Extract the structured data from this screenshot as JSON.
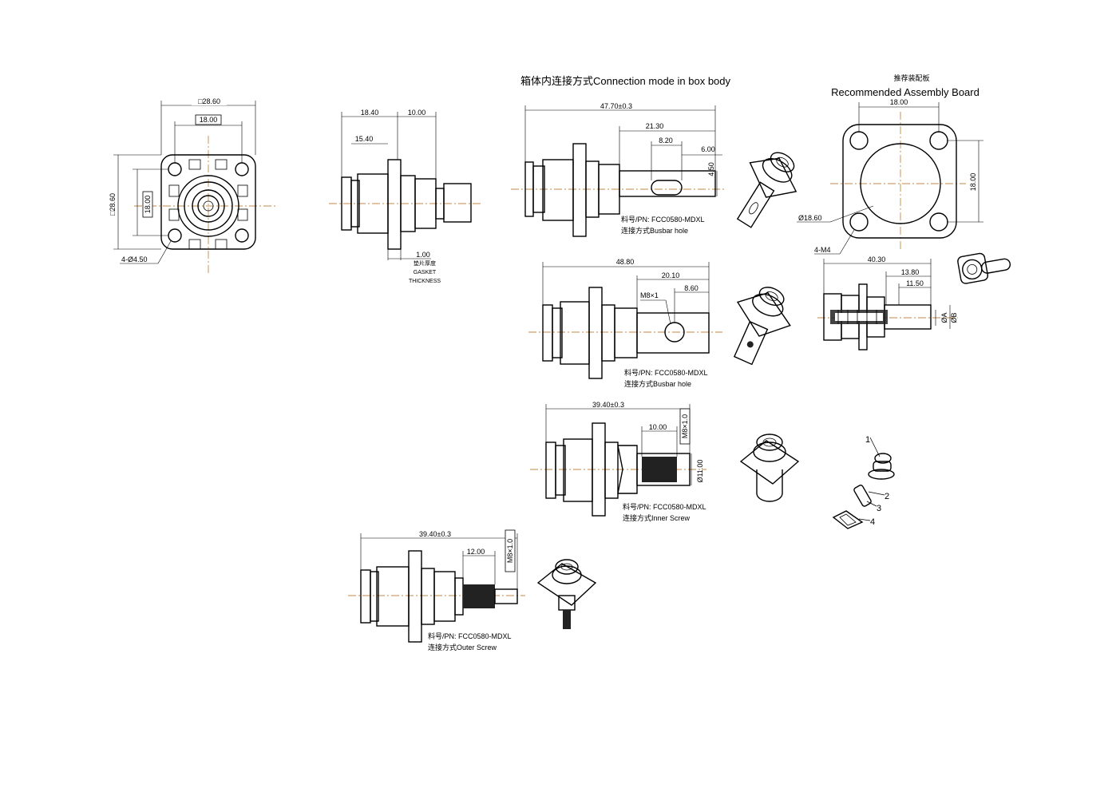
{
  "top_view": {
    "overall_width": "□28.60",
    "hole_spacing_x": "18.00",
    "overall_height": "□28.60",
    "hole_spacing_y": "18.00",
    "mount_holes": "4-Ø4.50"
  },
  "side_view": {
    "length_a": "18.40",
    "length_b": "15.40",
    "length_c": "10.00",
    "gasket": "1.00",
    "gasket_cn": "垫片厚度",
    "gasket_en_1": "GASKET",
    "gasket_en_2": "THICKNESS"
  },
  "busbar_slot": {
    "title": "箱体内连接方式Connection mode in box body",
    "overall_length": "47.70±0.3",
    "slot_length": "21.30",
    "slot_inner": "8.20",
    "thickness": "6.00",
    "width": "4.50",
    "part_label": "料号/PN: FCC0580-MDXL",
    "type_label": "连接方式Busbar hole"
  },
  "busbar_hole": {
    "overall_length": "48.80",
    "hole_offset": "20.10",
    "hole_edge": "8.60",
    "thread": "M8×1",
    "part_label": "料号/PN: FCC0580-MDXL",
    "type_label": "连接方式Busbar hole"
  },
  "inner_screw": {
    "overall_length": "39.40±0.3",
    "thread_depth": "10.00",
    "thread_spec": "M8×1.0",
    "diameter": "Ø11.00",
    "part_label": "料号/PN: FCC0580-MDXL",
    "type_label": "连接方式Inner Screw"
  },
  "outer_screw": {
    "overall_length": "39.40±0.3",
    "thread_length": "12.00",
    "thread_spec": "M8×1.0",
    "part_label": "料号/PN: FCC0580-MDXL",
    "type_label": "连接方式Outer Screw"
  },
  "assembly_board": {
    "title_cn": "推荐装配板",
    "title": "Recommended Assembly Board",
    "hole_spacing_x": "18.00",
    "hole_spacing_y": "18.00",
    "center_hole": "Ø18.60",
    "mount_holes": "4-M4"
  },
  "section_view": {
    "overall_length": "40.30",
    "length_b": "13.80",
    "length_c": "11.50",
    "dia_a": "ØA",
    "dia_b": "ØB"
  },
  "explode": {
    "items": [
      "1",
      "2",
      "3",
      "4"
    ]
  },
  "colors": {
    "line": "#000000",
    "centerline": "#c08a4a",
    "background": "#ffffff"
  }
}
